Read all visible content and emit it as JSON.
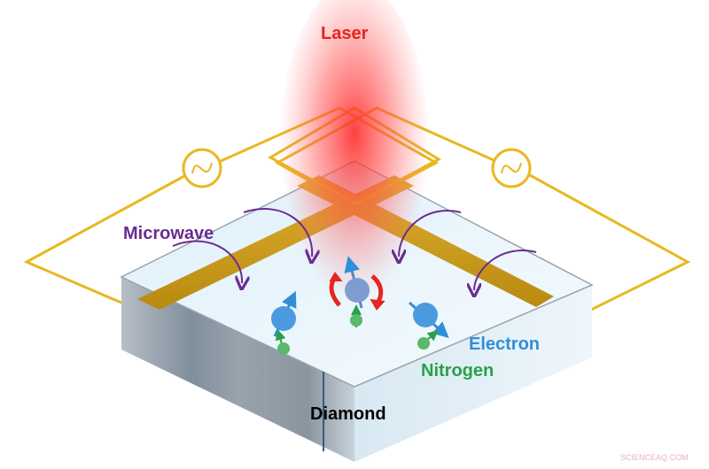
{
  "labels": {
    "laser": "Laser",
    "microwave": "Microwave",
    "electron": "Electron",
    "nitrogen": "Nitrogen",
    "diamond": "Diamond"
  },
  "watermark": "SCIENCEAQ.COM",
  "colors": {
    "laser": "#e52521",
    "microwave": "#6a2c91",
    "electron": "#2f8fd8",
    "nitrogen": "#2aa04a",
    "diamond": "#000000",
    "wire": "#e8b820"
  },
  "icons": [
    "ac-source-icon-left",
    "ac-source-icon-right"
  ]
}
